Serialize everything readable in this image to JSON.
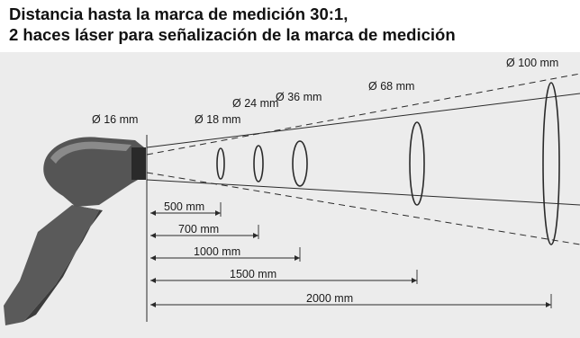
{
  "title": {
    "line1": "Distancia hasta la marca de medición 30:1,",
    "line2": "2 haces láser para señalización de la marca de medición"
  },
  "diagram": {
    "source_spot": {
      "label": "Ø 16 mm",
      "diameter_mm": 16
    },
    "spots": [
      {
        "label": "Ø 18 mm",
        "diameter_mm": 18,
        "distance_mm": 500
      },
      {
        "label": "Ø 24 mm",
        "diameter_mm": 24,
        "distance_mm": 700
      },
      {
        "label": "Ø 36 mm",
        "diameter_mm": 36,
        "distance_mm": 1000
      },
      {
        "label": "Ø 68 mm",
        "diameter_mm": 68,
        "distance_mm": 1500
      },
      {
        "label": "Ø 100 mm",
        "diameter_mm": 100,
        "distance_mm": 2000
      }
    ],
    "distances": [
      {
        "label": "500 mm",
        "distance_mm": 500
      },
      {
        "label": "700 mm",
        "distance_mm": 700
      },
      {
        "label": "1000 mm",
        "distance_mm": 1000
      },
      {
        "label": "1500 mm",
        "distance_mm": 1500
      },
      {
        "label": "2000 mm",
        "distance_mm": 2000
      }
    ],
    "colors": {
      "background": "#ececec",
      "lines": "#2a2a2a",
      "device_body": "#5a5a5a",
      "device_shadow": "#3c3c3c",
      "device_highlight": "#8a8a8a"
    }
  }
}
